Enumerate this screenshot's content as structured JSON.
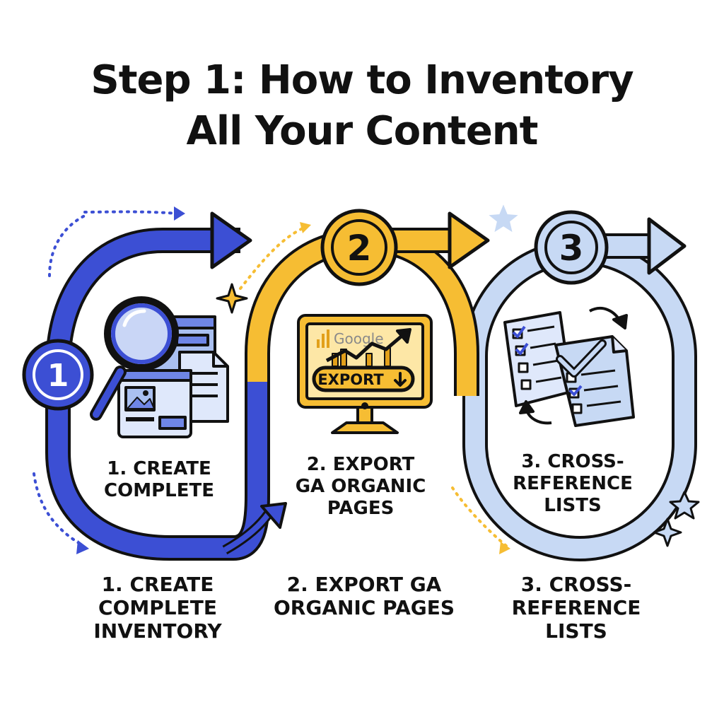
{
  "title": {
    "line1": "Step 1: How to Inventory",
    "line2": "All Your Content"
  },
  "colors": {
    "step1": "#3c4fd4",
    "step2": "#f6bd33",
    "step3": "#c7d9f4",
    "outline": "#111111"
  },
  "steps": [
    {
      "number": "1",
      "inner_lines": [
        "1. CREATE",
        "COMPLETE"
      ],
      "bottom_lines": [
        "1. CREATE",
        "COMPLETE",
        "INVENTORY"
      ],
      "icon": "magnifier-documents-icon"
    },
    {
      "number": "2",
      "inner_lines": [
        "2. EXPORT",
        "GA ORGANIC",
        "PAGES"
      ],
      "bottom_lines": [
        "2. EXPORT GA",
        "ORGANIC PAGES"
      ],
      "icon": "monitor-analytics-icon",
      "monitor": {
        "brand": "Google",
        "button": "EXPORT"
      }
    },
    {
      "number": "3",
      "inner_lines": [
        "3. CROSS-",
        "REFERENCE",
        "LISTS"
      ],
      "bottom_lines": [
        "3. CROSS-",
        "REFERENCE",
        "LISTS"
      ],
      "icon": "checklist-documents-icon"
    }
  ]
}
